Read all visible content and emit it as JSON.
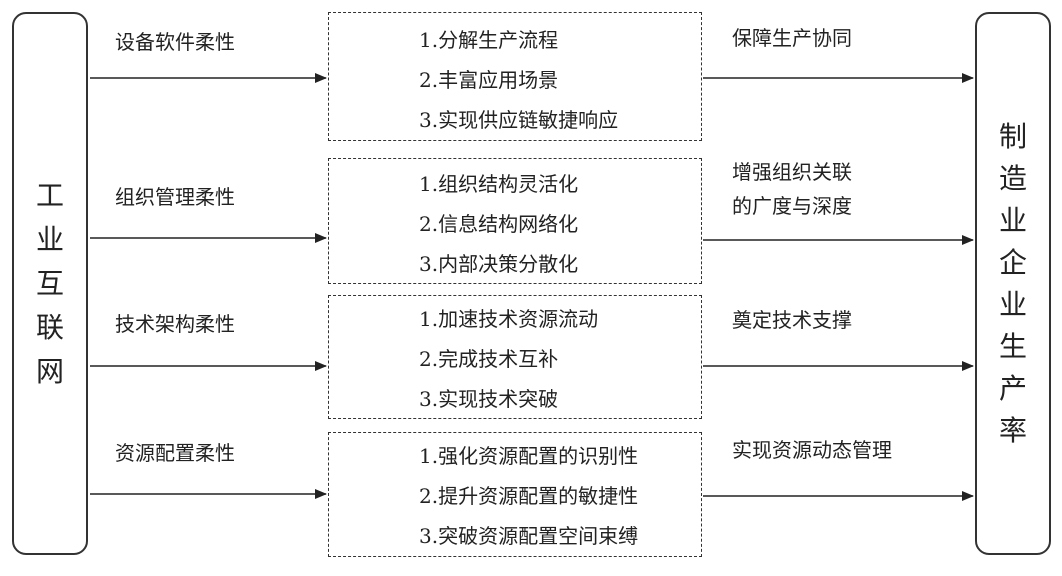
{
  "left_box": {
    "chars": [
      "工",
      "业",
      "互",
      "联",
      "网"
    ]
  },
  "right_box": {
    "chars": [
      "制",
      "造",
      "业",
      "企",
      "业",
      "生",
      "产",
      "率"
    ]
  },
  "rows": [
    {
      "title": "设备软件柔性",
      "items": [
        "1.分解生产流程",
        "2.丰富应用场景",
        "3.实现供应链敏捷响应"
      ],
      "result": [
        "保障生产协同"
      ]
    },
    {
      "title": "组织管理柔性",
      "items": [
        "1.组织结构灵活化",
        "2.信息结构网络化",
        "3.内部决策分散化"
      ],
      "result": [
        "增强组织关联",
        "的广度与深度"
      ]
    },
    {
      "title": "技术架构柔性",
      "items": [
        "1.加速技术资源流动",
        "2.完成技术互补",
        "3.实现技术突破"
      ],
      "result": [
        "奠定技术支撑"
      ]
    },
    {
      "title": "资源配置柔性",
      "items": [
        "1.强化资源配置的识别性",
        "2.提升资源配置的敏捷性",
        "3.突破资源配置空间束缚"
      ],
      "result": [
        "实现资源动态管理"
      ]
    }
  ]
}
